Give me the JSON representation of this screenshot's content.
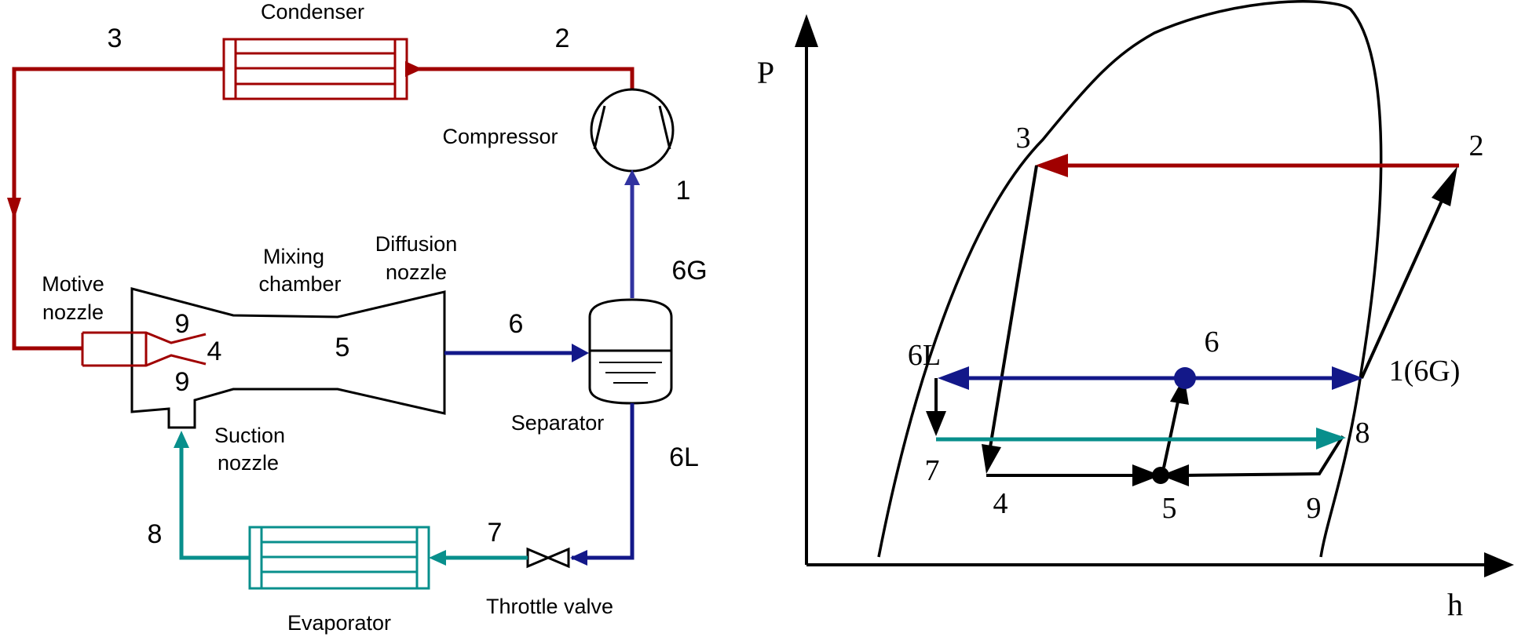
{
  "colors": {
    "red": "#a00000",
    "dark_blue": "#131889",
    "light_blue": "#3133a0",
    "teal": "#088f8c",
    "black": "#000000"
  },
  "cycle": {
    "components": {
      "condenser": "Condenser",
      "compressor": "Compressor",
      "motive_line1": "Motive",
      "motive_line2": "nozzle",
      "mixing_line1": "Mixing",
      "mixing_line2": "chamber",
      "diffusion_line1": "Diffusion",
      "diffusion_line2": "nozzle",
      "separator": "Separator",
      "suction_line1": "Suction",
      "suction_line2": "nozzle",
      "evaporator": "Evaporator",
      "throttle_valve": "Throttle valve"
    },
    "states": {
      "s1": "1",
      "s2": "2",
      "s3": "3",
      "s4": "4",
      "s5": "5",
      "s6": "6",
      "s6g": "6G",
      "s6l": "6L",
      "s7": "7",
      "s8": "8",
      "s9_top": "9",
      "s9_bottom": "9"
    }
  },
  "ph_diagram": {
    "axis_y": "P",
    "axis_x": "h",
    "points": {
      "p1": "1(6G)",
      "p2": "2",
      "p3": "3",
      "p4": "4",
      "p5": "5",
      "p6": "6",
      "p6l": "6L",
      "p7": "7",
      "p8": "8",
      "p9": "9"
    }
  }
}
